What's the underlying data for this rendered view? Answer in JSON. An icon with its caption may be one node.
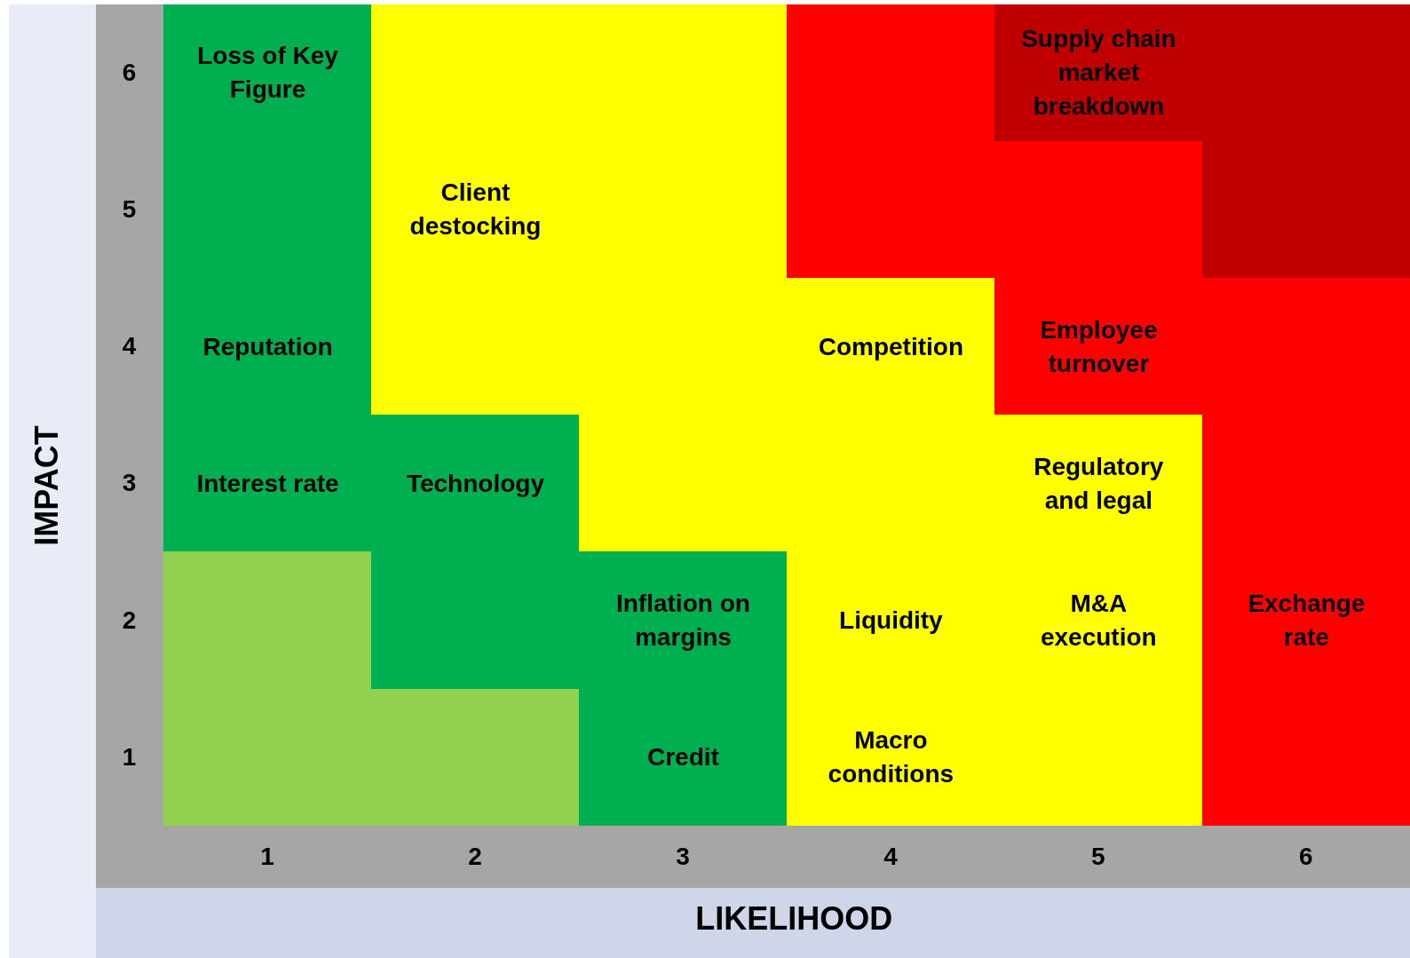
{
  "diagram": {
    "nodes": [
      {
        "text": [
          "Loss of Key Figure"
        ]
      },
      {
        "text": [],
        "shape": "box"
      },
      {
        "text": [],
        "shape": "box"
      },
      {
        "text": [],
        "shape": "box"
      },
      {
        "text": [
          "Supply chain market breakdown"
        ]
      },
      {
        "text": [],
        "shape": "box"
      },
      {
        "text": [],
        "shape": "box"
      },
      {
        "text": [
          "Client destocking"
        ]
      },
      {
        "text": [],
        "shape": "box"
      },
      {
        "text": [],
        "shape": "box"
      },
      {
        "text": [],
        "shape": "box"
      },
      {
        "text": [],
        "shape": "box"
      },
      {
        "text": [
          "Reputation"
        ]
      },
      {
        "text": [],
        "shape": "box"
      },
      {
        "text": [],
        "shape": "box"
      },
      {
        "text": [
          "Competition"
        ]
      },
      {
        "text": [
          "Employee turnover"
        ]
      },
      {
        "text": [],
        "shape": "box"
      },
      {
        "text": [
          "Interest rate"
        ]
      },
      {
        "text": [
          "Technology"
        ]
      },
      {
        "text": [],
        "shape": "box"
      },
      {
        "text": [],
        "shape": "box"
      },
      {
        "text": [
          "Regulatory and legal"
        ]
      },
      {
        "text": [],
        "shape": "box"
      },
      {
        "text": [],
        "shape": "box"
      },
      {
        "text": [],
        "shape": "box"
      },
      {
        "text": [
          "Inflation on margins"
        ]
      },
      {
        "text": [
          "Liquidity"
        ]
      },
      {
        "text": [
          "M&A execution"
        ]
      },
      {
        "text": [
          "Exchange rate"
        ]
      },
      {
        "text": [],
        "shape": "box"
      },
      {
        "text": [],
        "shape": "box"
      },
      {
        "text": [
          "Credit"
        ]
      },
      {
        "text": [
          "Macro conditions"
        ]
      },
      {
        "text": [],
        "shape": "box"
      },
      {
        "text": [],
        "shape": "box"
      }
    ],
    "labels": [
      "6",
      "5",
      "4",
      "3",
      "2",
      "1",
      "IMPACT",
      "1",
      "2",
      "3",
      "4",
      "5",
      "6",
      "LIKELIHOOD"
    ]
  }
}
